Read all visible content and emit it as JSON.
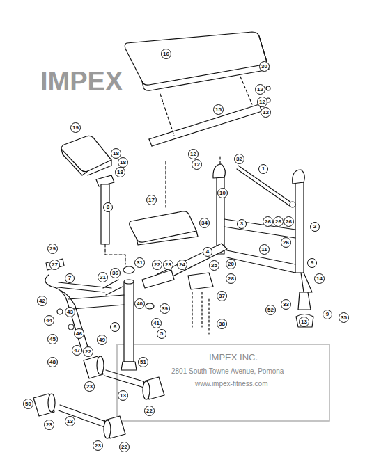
{
  "diagram": {
    "nodes": [
      {
        "text": [
          "16"
        ]
      },
      {
        "text": [
          "30"
        ]
      },
      {
        "text": [
          "12"
        ]
      },
      {
        "text": [
          "12"
        ]
      },
      {
        "text": [
          "12"
        ]
      },
      {
        "text": [
          "15"
        ]
      },
      {
        "text": [
          "12"
        ]
      },
      {
        "text": [
          "12"
        ]
      },
      {
        "text": [
          "32"
        ]
      },
      {
        "text": [
          "19"
        ]
      },
      {
        "text": [
          "18"
        ]
      },
      {
        "text": [
          "18"
        ]
      },
      {
        "text": [
          "18"
        ]
      },
      {
        "text": [
          "8"
        ]
      },
      {
        "text": [
          "1"
        ]
      },
      {
        "text": [
          "17"
        ]
      },
      {
        "text": [
          "10"
        ]
      },
      {
        "text": [
          "34"
        ]
      },
      {
        "text": [
          "2"
        ]
      },
      {
        "text": [
          "26"
        ]
      },
      {
        "text": [
          "26"
        ]
      },
      {
        "text": [
          "26"
        ]
      },
      {
        "text": [
          "3"
        ]
      },
      {
        "text": [
          "26"
        ]
      },
      {
        "text": [
          "4"
        ]
      },
      {
        "text": [
          "20"
        ]
      },
      {
        "text": [
          "9"
        ]
      },
      {
        "text": [
          "29"
        ]
      },
      {
        "text": [
          "27"
        ]
      },
      {
        "text": [
          "36"
        ]
      },
      {
        "text": [
          "21"
        ]
      },
      {
        "text": [
          "31"
        ]
      },
      {
        "text": [
          "22"
        ]
      },
      {
        "text": [
          "23"
        ]
      },
      {
        "text": [
          "24"
        ]
      },
      {
        "text": [
          "25"
        ]
      },
      {
        "text": [
          "11"
        ]
      },
      {
        "text": [
          "14"
        ]
      },
      {
        "text": [
          "28"
        ]
      },
      {
        "text": [
          "33"
        ]
      },
      {
        "text": [
          "9"
        ]
      },
      {
        "text": [
          "35"
        ]
      },
      {
        "text": [
          "13"
        ]
      },
      {
        "text": [
          "37"
        ]
      },
      {
        "text": [
          "38"
        ]
      },
      {
        "text": [
          "39"
        ]
      },
      {
        "text": [
          "40"
        ]
      },
      {
        "text": [
          "41"
        ]
      },
      {
        "text": [
          "5"
        ]
      },
      {
        "text": [
          "6"
        ]
      },
      {
        "text": [
          "7"
        ]
      },
      {
        "text": [
          "42"
        ]
      },
      {
        "text": [
          "43"
        ]
      },
      {
        "text": [
          "44"
        ]
      },
      {
        "text": [
          "45"
        ]
      },
      {
        "text": [
          "46"
        ]
      },
      {
        "text": [
          "47"
        ]
      },
      {
        "text": [
          "48"
        ]
      },
      {
        "text": [
          "49"
        ]
      },
      {
        "text": [
          "22"
        ]
      },
      {
        "text": [
          "23"
        ]
      },
      {
        "text": [
          "13"
        ]
      },
      {
        "text": [
          "22"
        ]
      },
      {
        "text": [
          "50"
        ]
      },
      {
        "text": [
          "23"
        ]
      },
      {
        "text": [
          "13"
        ]
      },
      {
        "text": [
          "23"
        ]
      },
      {
        "text": [
          "22"
        ]
      },
      {
        "text": [
          "51"
        ]
      },
      {
        "text": [
          "52"
        ]
      }
    ],
    "labels": [
      "IMPEX",
      "IMPEX INC.",
      "2801 South Towne Avenue, Pomona",
      "www.impex-fitness.com"
    ]
  }
}
